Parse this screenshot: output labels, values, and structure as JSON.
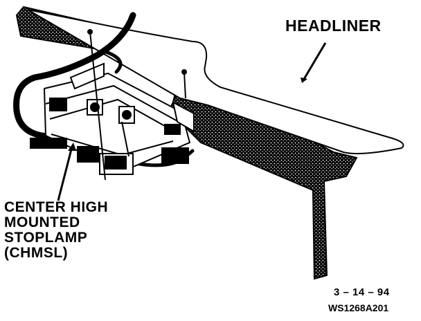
{
  "diagram": {
    "callouts": {
      "headliner": "HEADLINER",
      "chmsl_lines": [
        "CENTER HIGH",
        "MOUNTED",
        "STOPLAMP",
        "(CHMSL)"
      ]
    },
    "footer": {
      "date_code": "3 – 14 – 94",
      "figure_number": "WS1268A201"
    },
    "colors": {
      "ink": "#000000",
      "paper": "#ffffff"
    }
  }
}
